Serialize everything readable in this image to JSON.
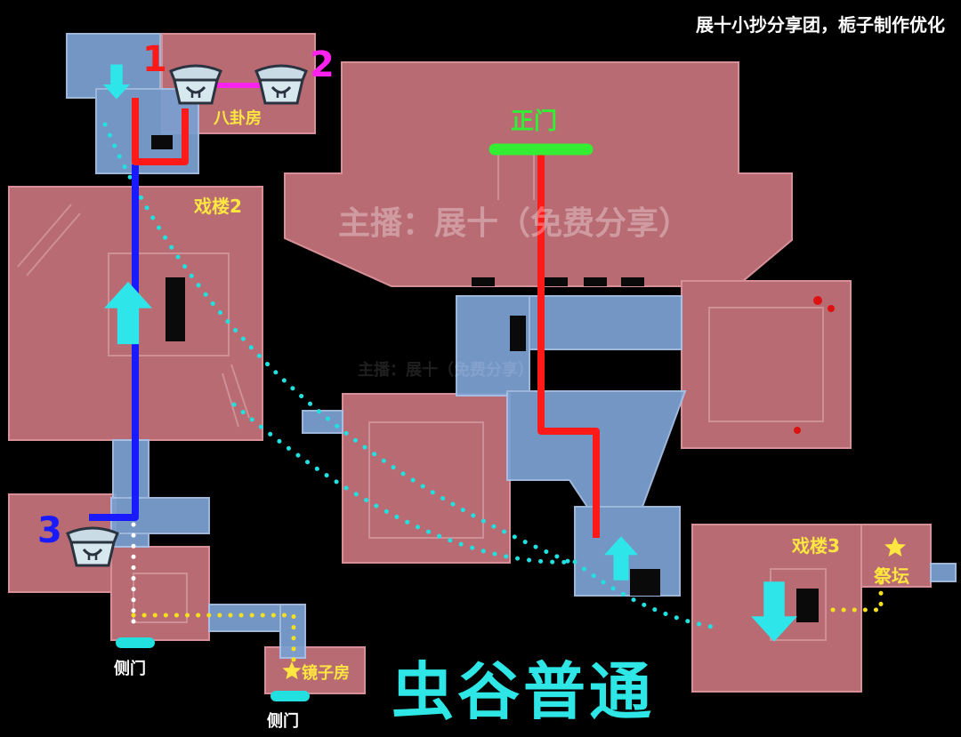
{
  "credit": "展十小抄分享团，栀子制作优化",
  "title": "虫谷普通",
  "watermark": "主播：展十（免费分享）",
  "watermark_faint": "主播：展十（免费分享）",
  "markers": {
    "n1": "1",
    "n2": "2",
    "n3": "3"
  },
  "rooms": {
    "bagua": "八卦房",
    "xilou2": "戏楼2",
    "xilou3": "戏楼3",
    "jitan": "祭坛",
    "jingzi": "镜子房",
    "zhengmen": "正门",
    "cemen_left": "侧门",
    "cemen_bottom": "侧门"
  },
  "icons": [
    "treasure-chest-icon",
    "star-icon",
    "arrow-down-icon",
    "arrow-up-icon"
  ],
  "colors": {
    "room_fill": "#b86b73",
    "hall_fill": "#7a9fd0",
    "route_red": "#ff1a1a",
    "route_blue": "#1a1aff",
    "route_magenta": "#ff22ee",
    "route_cyan_dotted": "#22e0e0",
    "route_yellow_dotted": "#f5e020",
    "route_white_dotted": "#ffffff",
    "gate_green": "#33ee33",
    "title_cyan": "#2ee6e6",
    "label_yellow": "#ffe640"
  }
}
